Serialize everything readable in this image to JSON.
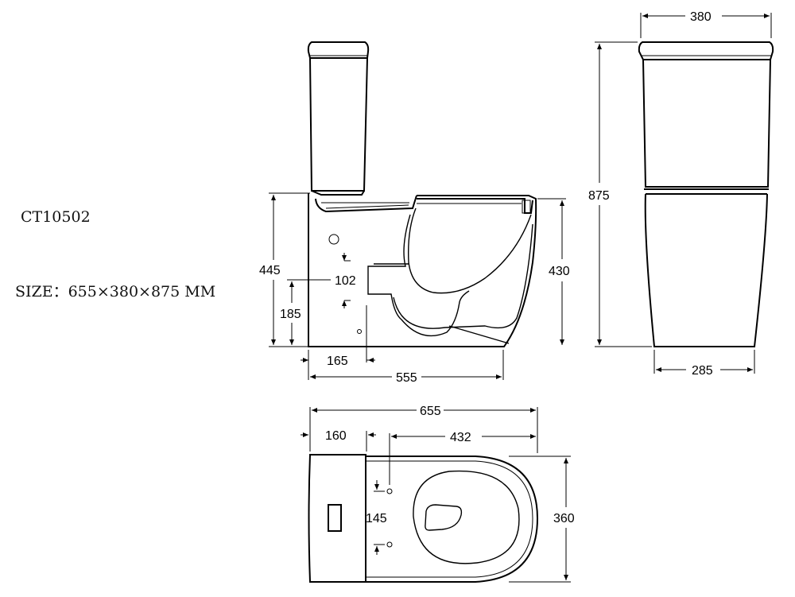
{
  "product": {
    "model": "CT10502",
    "size_text": "SIZE：655×380×875 MM"
  },
  "dimensions": {
    "front_width": "380",
    "total_height": "875",
    "base_width": "285",
    "side_height": "445",
    "outlet_height": "185",
    "inlet_offset": "102",
    "rim_height": "430",
    "offset_165": "165",
    "pan_length": "555",
    "total_length": "655",
    "tank_depth": "160",
    "bowl_length": "432",
    "fixing_spacing": "145",
    "bowl_width": "360"
  }
}
